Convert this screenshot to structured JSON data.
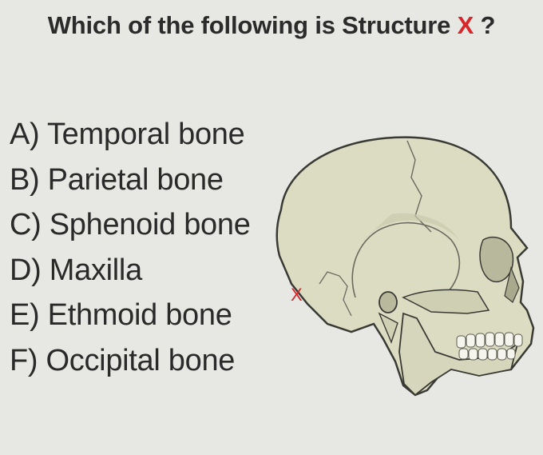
{
  "question": {
    "prefix": "Which of the following is Structure",
    "mark": "X",
    "suffix": "?"
  },
  "options": [
    "A) Temporal bone",
    "B) Parietal bone",
    "C) Sphenoid bone",
    "D) Maxilla",
    "E) Ethmoid bone",
    "F) Occipital bone"
  ],
  "diagram": {
    "marker": "X",
    "bone_color": "#dcdcc3",
    "outline_color": "#3a3a34",
    "marker_color": "#d8262b"
  }
}
